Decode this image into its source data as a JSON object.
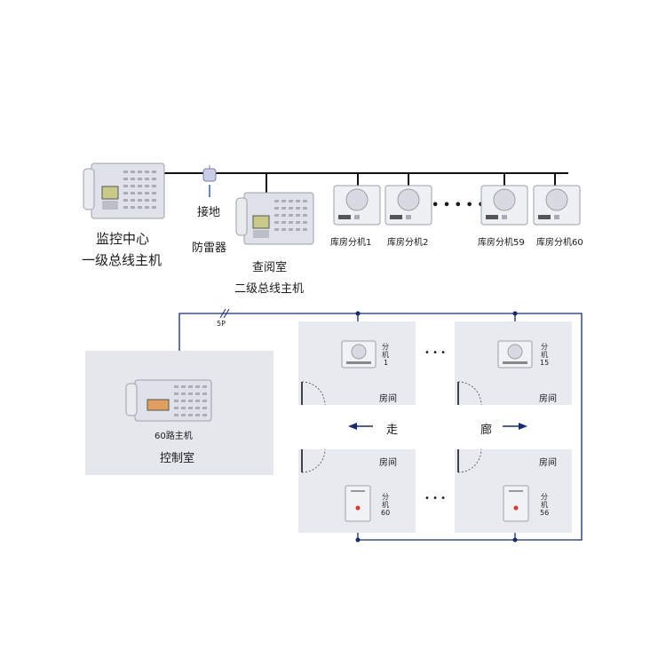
{
  "top": {
    "center_title": "监控中心",
    "center_subtitle": "一级总线主机",
    "ground": "接地",
    "arrester": "防雷器",
    "reading_room": "查阅室",
    "reading_subtitle": "二级总线主机",
    "ext1": "库房分机1",
    "ext2": "库房分机2",
    "ext59": "库房分机59",
    "ext60": "库房分机60",
    "dots": "• • • • • •"
  },
  "bottom": {
    "cable": "5P",
    "host60": "60路主机",
    "control_room": "控制室",
    "ext_chars": "分机",
    "ext_1": "1",
    "ext_15": "15",
    "ext_60": "60",
    "ext_56": "56",
    "room": "房间",
    "corridor_left": "走",
    "corridor_right": "廊",
    "dots_top": "• • •",
    "dots_bottom": "• • •"
  }
}
